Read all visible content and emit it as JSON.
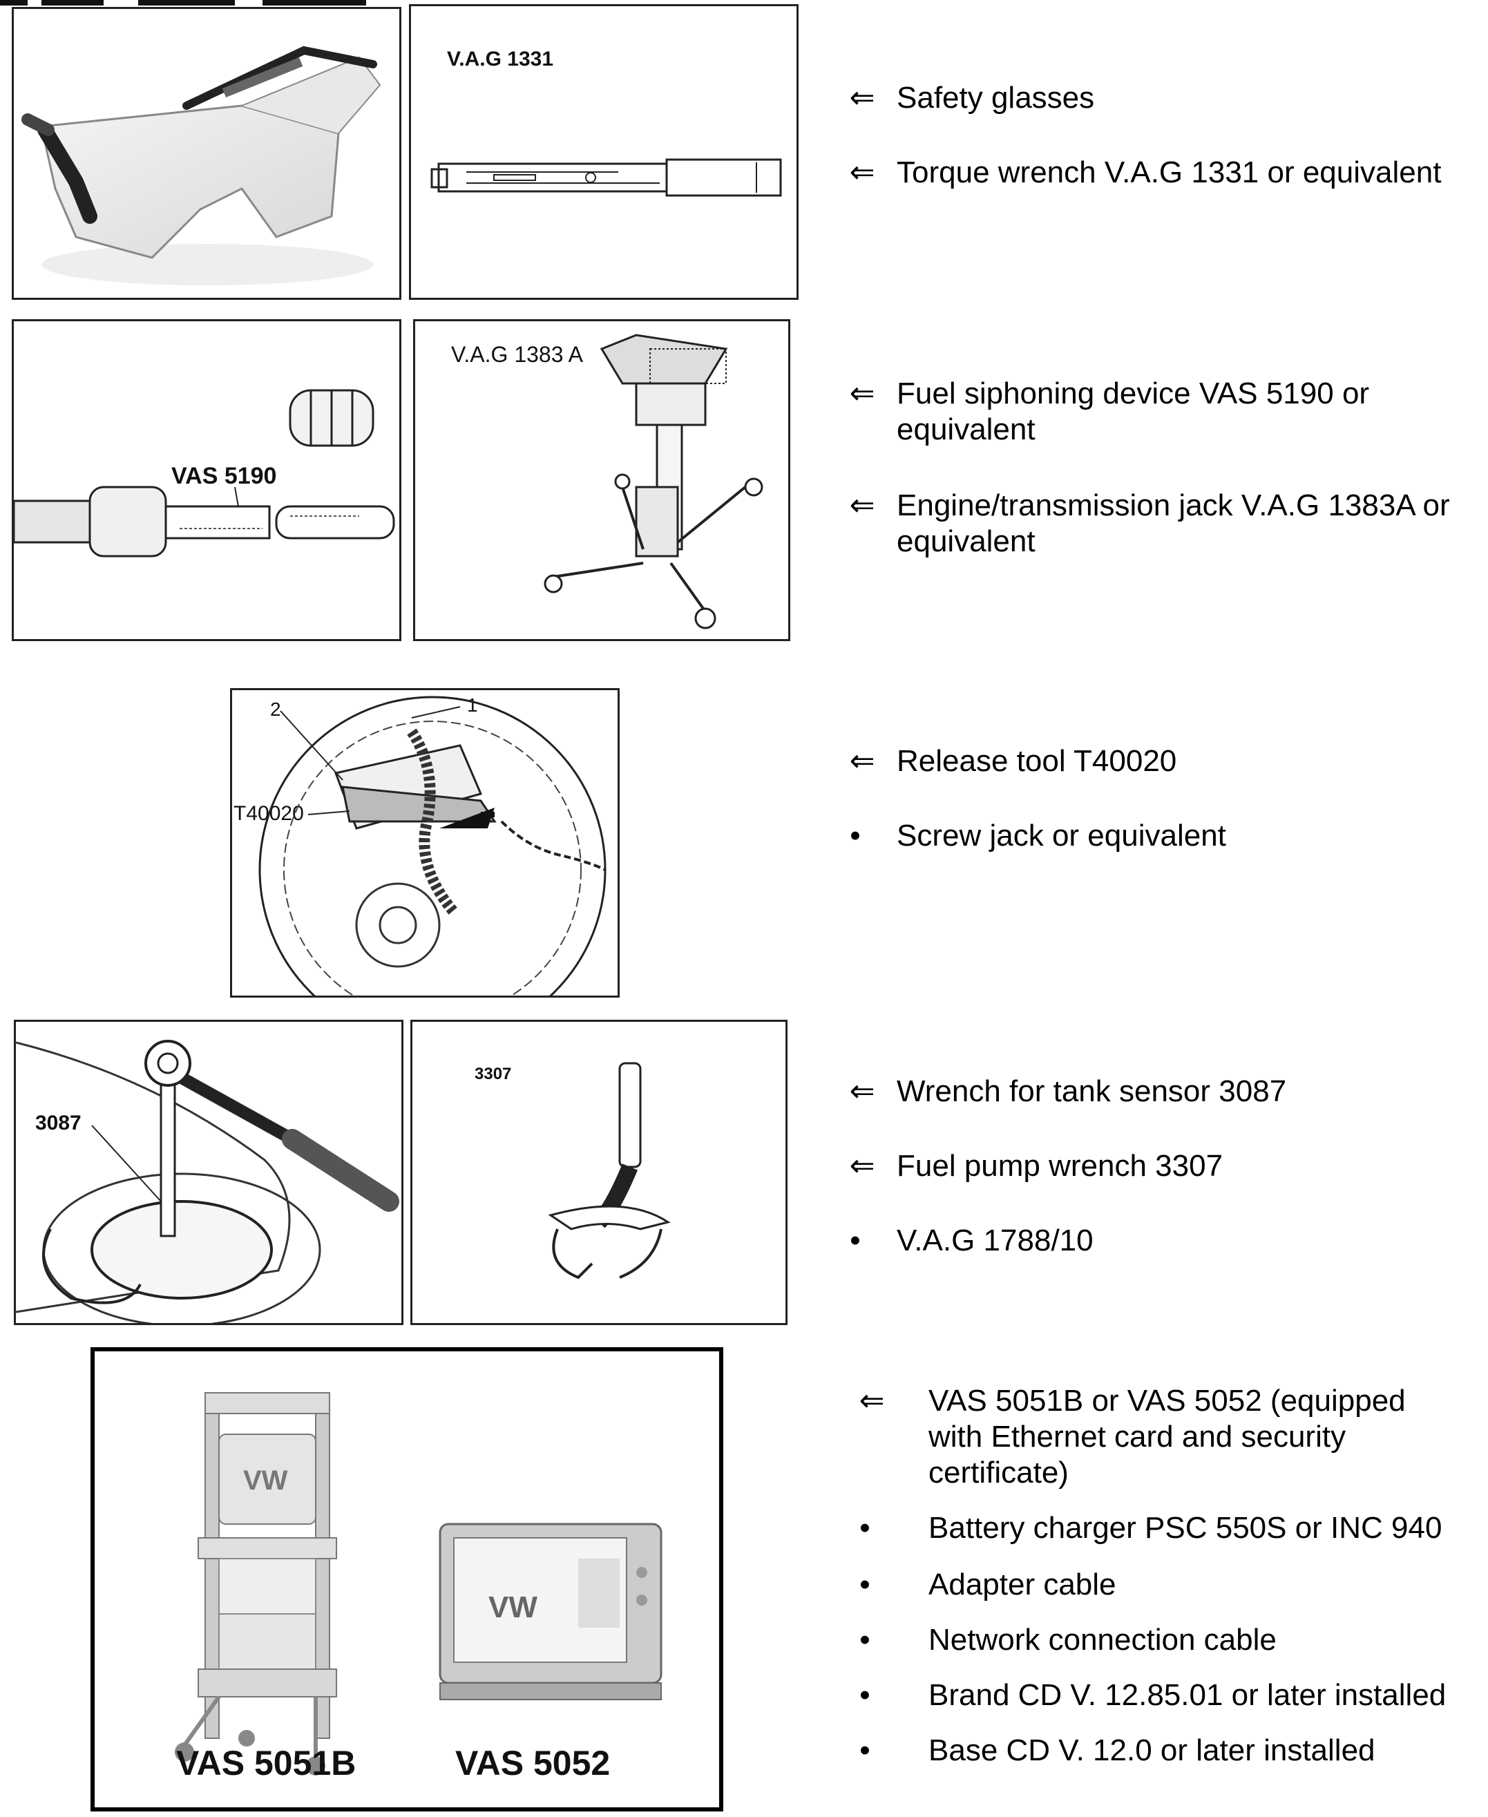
{
  "figures": {
    "torque_wrench_label": "V.A.G 1331",
    "siphon_label": "VAS 5190",
    "jack_label": "V.A.G 1383 A",
    "release_tool_label": "T40020",
    "release_callout_1": "1",
    "release_callout_2": "2",
    "tank_sensor_label": "3087",
    "pump_wrench_label": "3307",
    "vas5051b_label": "VAS 5051B",
    "vas5052_label": "VAS 5052"
  },
  "items": [
    {
      "marker": "⇐",
      "text": "Safety glasses"
    },
    {
      "marker": "⇐",
      "text": "Torque wrench V.A.G 1331 or equivalent"
    },
    {
      "marker": "⇐",
      "text": "Fuel siphoning device VAS 5190 or equivalent"
    },
    {
      "marker": "⇐",
      "text": "Engine/transmission jack V.A.G 1383A or equivalent"
    },
    {
      "marker": "⇐",
      "text": "Release tool T40020"
    },
    {
      "marker": "•",
      "text": "Screw jack or equivalent"
    },
    {
      "marker": "⇐",
      "text": "Wrench for tank sensor 3087"
    },
    {
      "marker": "⇐",
      "text": "Fuel pump wrench 3307"
    },
    {
      "marker": "•",
      "text": "V.A.G 1788/10"
    },
    {
      "marker": "⇐",
      "text": "VAS 5051B or VAS 5052 (equipped with Ethernet card and security certificate)"
    },
    {
      "marker": "•",
      "text": "Battery charger PSC 550S or INC 940"
    },
    {
      "marker": "•",
      "text": "Adapter cable"
    },
    {
      "marker": "•",
      "text": "Network connection cable"
    },
    {
      "marker": "•",
      "text": "Brand CD V. 12.85.01 or later installed"
    },
    {
      "marker": "•",
      "text": "Base CD V. 12.0 or later installed"
    }
  ]
}
